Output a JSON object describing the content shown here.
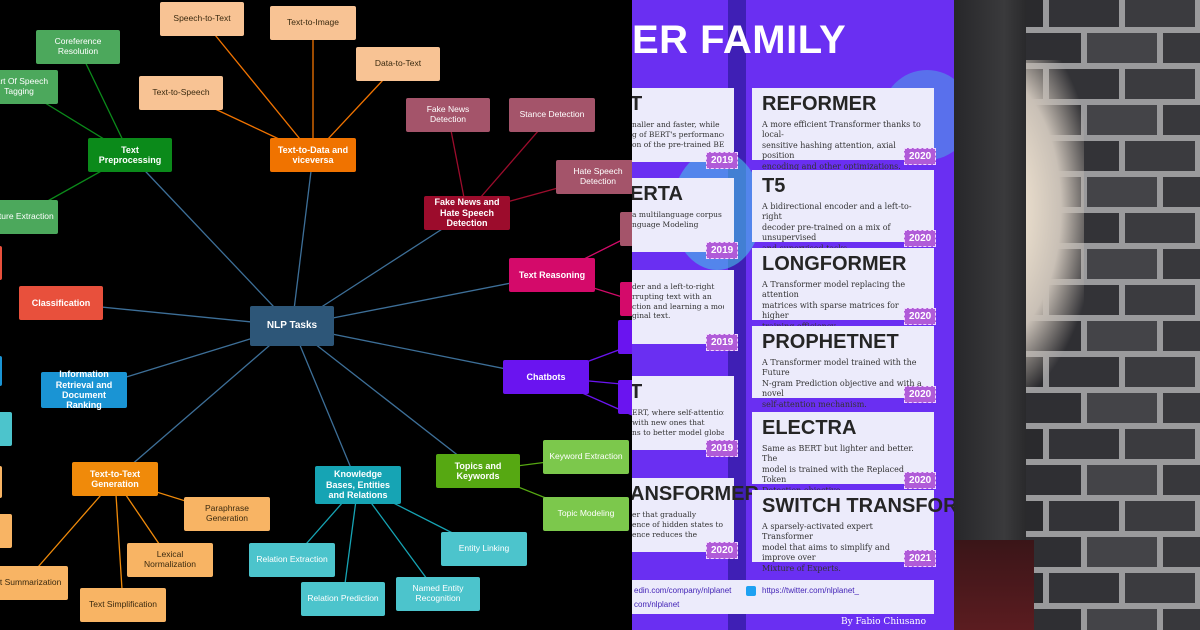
{
  "mindmap": {
    "root": {
      "label": "NLP Tasks",
      "color": "#2d5678"
    },
    "hubs": [
      {
        "id": "text-preprocessing",
        "label": "Text Preprocessing",
        "color": "#0b8a1a"
      },
      {
        "id": "text-to-data",
        "label": "Text-to-Data and viceversa",
        "color": "#f07300"
      },
      {
        "id": "fake-news-hate",
        "label": "Fake News and Hate Speech Detection",
        "color": "#9c0c2c"
      },
      {
        "id": "text-reasoning",
        "label": "Text Reasoning",
        "color": "#d40a6a"
      },
      {
        "id": "chatbots",
        "label": "Chatbots",
        "color": "#6a14f0"
      },
      {
        "id": "topics-keywords",
        "label": "Topics and Keywords",
        "color": "#56a812"
      },
      {
        "id": "knowledge-bases",
        "label": "Knowledge Bases, Entities and Relations",
        "color": "#16a4b4"
      },
      {
        "id": "text-to-text",
        "label": "Text-to-Text Generation",
        "color": "#f08a0a"
      },
      {
        "id": "information-retrieval",
        "label": "Information Retrieval and Document Ranking",
        "color": "#1a94d4"
      },
      {
        "id": "classification",
        "label": "Classification",
        "color": "#e8503c"
      }
    ],
    "leaves": [
      {
        "label": "Coreference Resolution",
        "color": "#4ca85c"
      },
      {
        "label": "Part Of Speech Tagging",
        "color": "#4ca85c"
      },
      {
        "label": "Feature Extraction",
        "color": "#4ca85c"
      },
      {
        "label": "Speech-to-Text",
        "color": "#f8c394"
      },
      {
        "label": "Text-to-Image",
        "color": "#f8c394"
      },
      {
        "label": "Text-to-Speech",
        "color": "#f8c394"
      },
      {
        "label": "Data-to-Text",
        "color": "#f8c394"
      },
      {
        "label": "Fake News Detection",
        "color": "#a4546a"
      },
      {
        "label": "Stance Detection",
        "color": "#a4546a"
      },
      {
        "label": "Hate Speech Detection",
        "color": "#a4546a"
      },
      {
        "label": "Keyword Extraction",
        "color": "#7cc84c"
      },
      {
        "label": "Topic Modeling",
        "color": "#7cc84c"
      },
      {
        "label": "Entity Linking",
        "color": "#4cc4cc"
      },
      {
        "label": "Named Entity Recognition",
        "color": "#4cc4cc"
      },
      {
        "label": "Relation Prediction",
        "color": "#4cc4cc"
      },
      {
        "label": "Relation Extraction",
        "color": "#4cc4cc"
      },
      {
        "label": "Paraphrase Generation",
        "color": "#f8b464"
      },
      {
        "label": "Lexical Normalization",
        "color": "#f8b464"
      },
      {
        "label": "Text Simplification",
        "color": "#f8b464"
      },
      {
        "label": "Text Summarization",
        "color": "#f8b464"
      }
    ]
  },
  "infographic": {
    "title": "ER FAMILY",
    "bg_color": "#6a2ff2",
    "left_cards": [
      {
        "name": "T",
        "desc": "naller and faster, while\ng of BERT's performances.\non of the pre-trained BERT",
        "year": "2019"
      },
      {
        "name": "ERTA",
        "desc": "a multilanguage corpus\nnguage Modeling",
        "year": "2019"
      },
      {
        "name": "",
        "desc": "der and a left-to-right\nrrupting text with an\nction and learning a model\nginal text.",
        "year": "2019"
      },
      {
        "name": "T",
        "desc": "ERT, where self-attention\nwith new ones that\nns to better model global",
        "year": "2019"
      },
      {
        "name": "ANSFORMER",
        "desc": "er that gradually\nence of hidden states to a\nence reduces the",
        "year": "2020"
      }
    ],
    "right_cards": [
      {
        "name": "REFORMER",
        "desc": "A more efficient Transformer thanks to local-\nsensitive hashing attention, axial position\nencoding and other optimizations.",
        "year": "2020"
      },
      {
        "name": "T5",
        "desc": "A bidirectional encoder and a left-to-right\ndecoder pre-trained on a mix of unsupervised\nand supervised tasks.",
        "year": "2020"
      },
      {
        "name": "LONGFORMER",
        "desc": "A Transformer model replacing the attention\nmatrices with sparse matrices for higher\ntraining efficiency.",
        "year": "2020"
      },
      {
        "name": "PROPHETNET",
        "desc": "A Transformer model trained with the Future\nN-gram Prediction objective and with a novel\nself-attention mechanism.",
        "year": "2020"
      },
      {
        "name": "ELECTRA",
        "desc": "Same as BERT but lighter and better. The\nmodel is trained with the Replaced Token\nDetection objective.",
        "year": "2020"
      },
      {
        "name": "SWITCH TRANSFORMER",
        "desc": "A sparsely-activated expert Transformer\nmodel that aims to simplify and improve over\nMixture of Experts.",
        "year": "2021"
      }
    ],
    "footer": {
      "linkedin": "edin.com/company/nlplanet",
      "medium": "com/nlplanet",
      "twitter": "https://twitter.com/nlplanet_"
    },
    "author": "By Fabio Chiusano"
  }
}
